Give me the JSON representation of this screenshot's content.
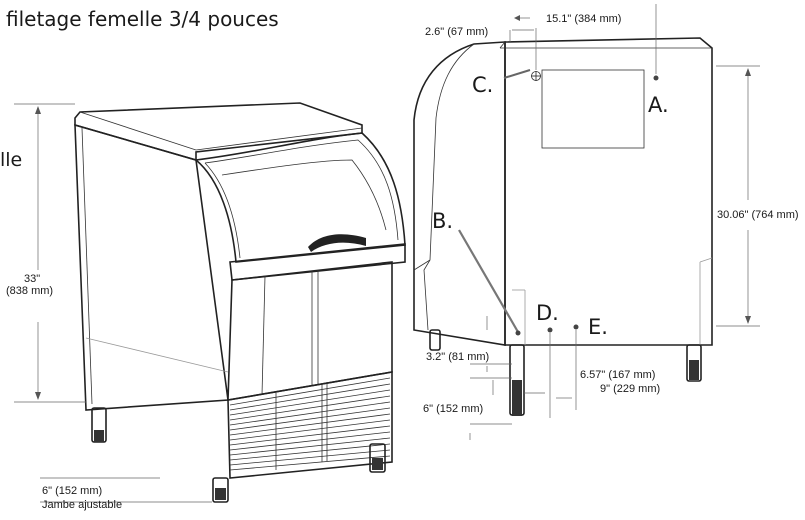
{
  "header": {
    "thread_text": "filetage femelle 3/4 pouces",
    "side_text": "lle"
  },
  "left_view": {
    "height_label": "33\"",
    "height_mm": "(838 mm)",
    "leg_label": "6\" (152 mm)",
    "leg_caption": "Jambe ajustable"
  },
  "right_view": {
    "top_dim_1": "2.6\" (67 mm)",
    "top_dim_2": "15.1\" (384 mm)",
    "right_height": "30.06\" (764 mm)",
    "dim_b_height": "3.2\" (81 mm)",
    "leg_height": "6\" (152 mm)",
    "dim_d": "6.57\" (167 mm)",
    "dim_e": "9\" (229 mm)",
    "points": {
      "a": "A.",
      "b": "B.",
      "c": "C.",
      "d": "D.",
      "e": "E."
    }
  }
}
